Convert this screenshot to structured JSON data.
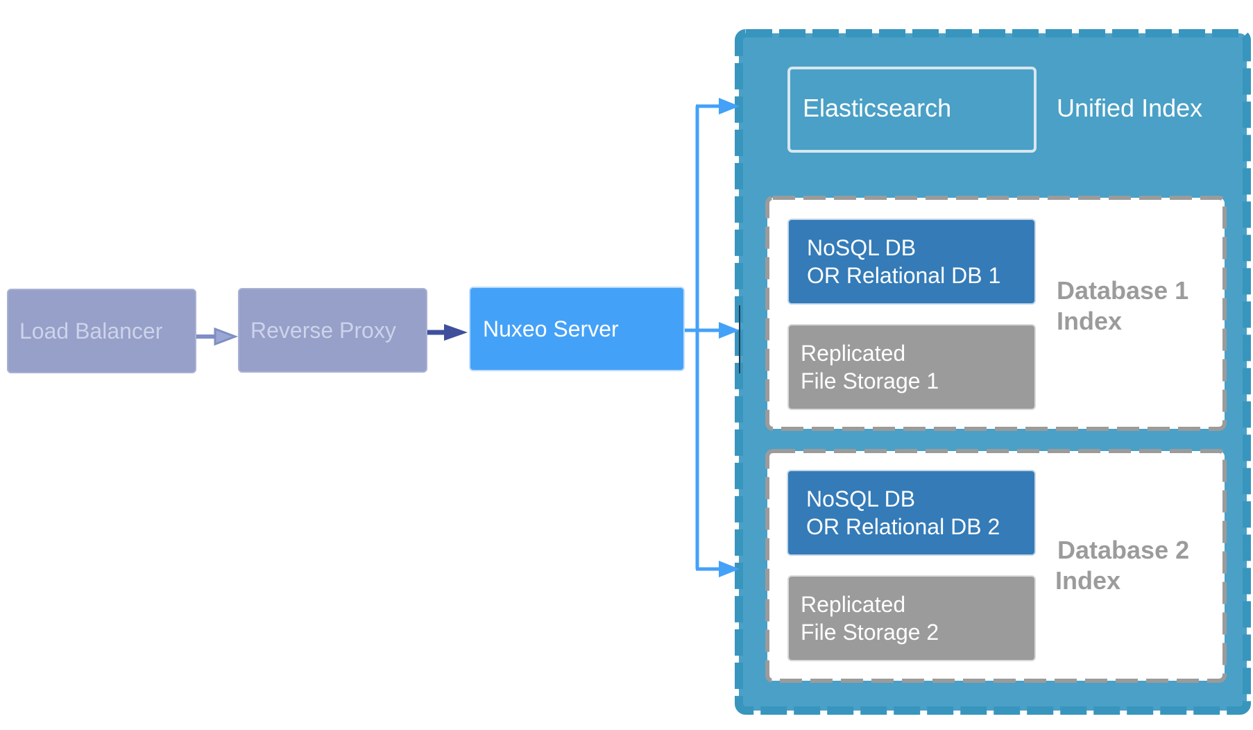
{
  "nodes": {
    "load_balancer": "Load Balancer",
    "reverse_proxy": "Reverse Proxy",
    "nuxeo_server": "Nuxeo Server",
    "elasticsearch": "Elasticsearch",
    "db1": [
      "NoSQL DB",
      "OR Relational DB 1"
    ],
    "storage1": [
      "Replicated",
      "File Storage 1"
    ],
    "db2": [
      "NoSQL DB",
      "OR Relational DB 2"
    ],
    "storage2": [
      "Replicated",
      "File Storage 2"
    ]
  },
  "labels": {
    "unified_index": "Unified Index",
    "database1_index": [
      "Database 1",
      "Index"
    ],
    "database2_index": [
      "Database 2",
      "Index"
    ]
  },
  "colors": {
    "region_fill": "#4aa0c6",
    "server": "#44a1f8",
    "database": "#347bb8",
    "storage": "#9b9b9b",
    "faded_node": "#96a0c8",
    "arrow_dark": "#3f4f9c",
    "arrow_light": "#7f8ec5"
  }
}
